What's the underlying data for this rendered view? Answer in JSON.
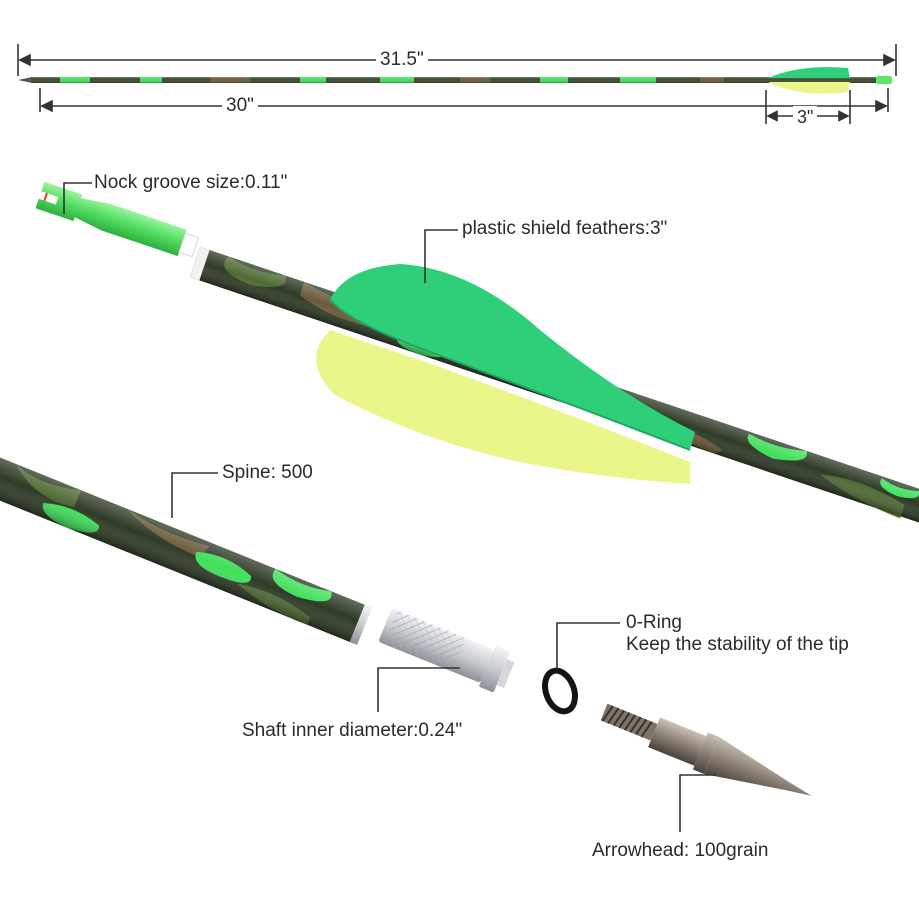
{
  "dimensions": {
    "total_length": "31.5\"",
    "shaft_length": "30\"",
    "feather_length": "3\""
  },
  "callouts": {
    "nock": "Nock groove size:0.11\"",
    "feathers": "plastic shield feathers:3\"",
    "spine": "Spine: 500",
    "oring_title": "0-Ring",
    "oring_desc": "Keep the stability of the tip",
    "insert": "Shaft inner diameter:0.24\"",
    "arrowhead": "Arrowhead: 100grain"
  },
  "colors": {
    "camo_dark": "#2e3b26",
    "camo_mid": "#4f6b34",
    "camo_bright": "#3fe05a",
    "camo_brown": "#6b5a3a",
    "vane_green": "#2fcf7a",
    "vane_yellow": "#eaf58a",
    "nock_green": "#5ee86a",
    "insert_silver": "#cfd2d6",
    "tip_metal": "#8a7f74"
  }
}
